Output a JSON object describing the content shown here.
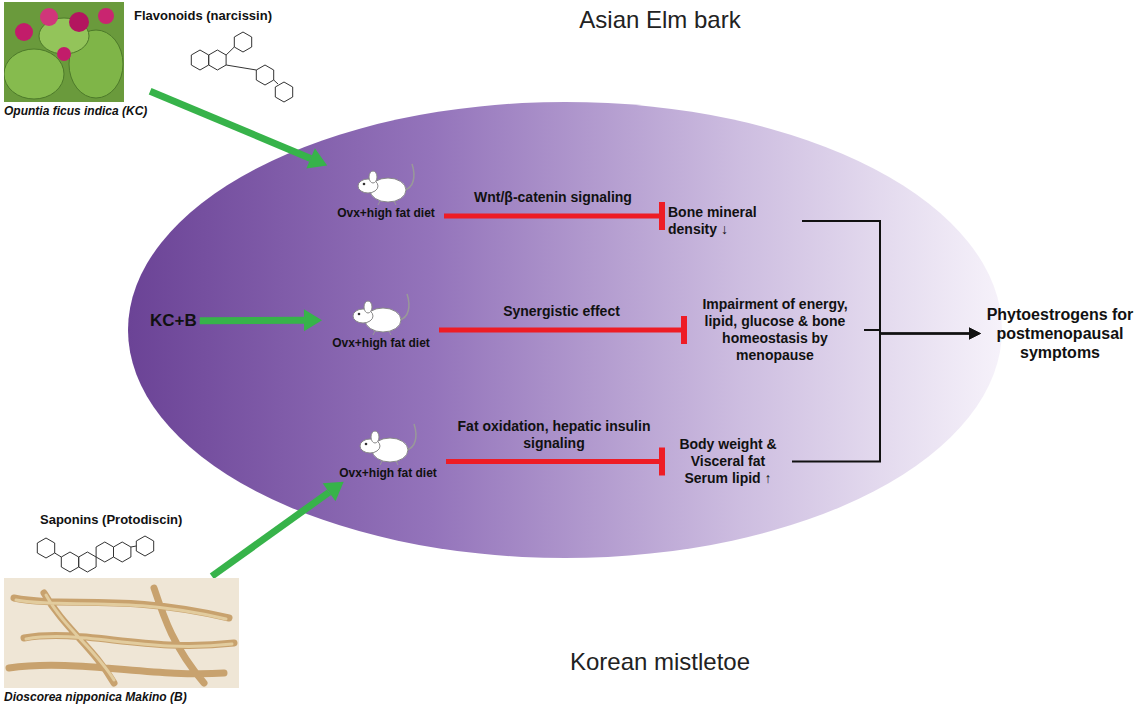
{
  "diagram": {
    "nodes": [
      {
        "text": [
          "Opuntia ficus indica (KC)"
        ]
      },
      {
        "text": [
          "KC+B"
        ]
      },
      {
        "text": [
          "Ovx+high fat diet"
        ]
      },
      {
        "text": [
          "Ovx+high fat diet"
        ]
      },
      {
        "text": [
          "Ovx+high fat diet"
        ]
      },
      {
        "text": [
          "Bone mineral density ↓"
        ]
      },
      {
        "text": [
          "Impairment of energy, lipid, glucose & bone homeostasis by menopause"
        ]
      },
      {
        "text": [
          "Body weight & Visceral fat Serum lipid ↑"
        ]
      },
      {
        "text": [
          "Phytoestrogens for postmenopausal symptoms"
        ]
      },
      {
        "text": [
          "Dioscorea nipponica Makino (B)"
        ]
      }
    ],
    "edges": [
      {
        "from": 0,
        "to": 2,
        "arrow": "to"
      },
      {
        "from": 1,
        "to": 3,
        "arrow": "to"
      },
      {
        "from": 9,
        "to": 4,
        "arrow": "to"
      },
      {
        "from": 2,
        "to": 5,
        "label": "Wnt/β-catenin signaling",
        "arrow": "to"
      },
      {
        "from": 3,
        "to": 6,
        "label": "Synergistic effect",
        "arrow": "to"
      },
      {
        "from": 4,
        "to": 7,
        "label": "Fat oxidation, hepatic insulin signaling",
        "arrow": "to"
      },
      {
        "from": 5,
        "to": 8,
        "arrow": "to"
      },
      {
        "from": 6,
        "to": 8,
        "arrow": "to"
      },
      {
        "from": 7,
        "to": 8,
        "arrow": "to"
      }
    ],
    "labels": [
      "Asian Elm bark",
      "Flavonoids (narcissin)",
      "Saponins (Protodiscin)",
      "Korean mistletoe"
    ]
  }
}
